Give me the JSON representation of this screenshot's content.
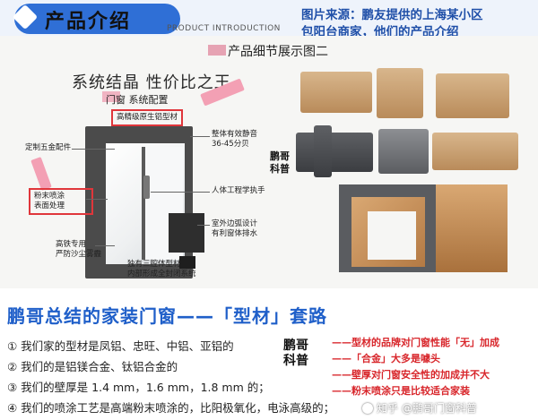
{
  "header": {
    "title": "产品介绍",
    "subtitle": "PRODUCT INTRODUCTION",
    "source_line1": "图片来源：鹏友提供的上海某小区",
    "source_line2": "包阳台商家，他们的产品介绍"
  },
  "poster": {
    "title": "产品细节展示图二",
    "headline": "系统结晶 性价比之王",
    "model_label": "门窗 系统配置",
    "callouts": {
      "frame": "高精级原生铝型材",
      "hardware": "定制五金配件",
      "powder": [
        "粉末喷涂",
        "表面处理"
      ],
      "sound": [
        "整体有效静音",
        "36-45分贝"
      ],
      "handle": "人体工程学执手",
      "drain": [
        "室外边弧设计",
        "有利窗体排水"
      ],
      "screen": [
        "高铁专用",
        "严防沙尘雾霾"
      ],
      "seal": [
        "独有三腔体型材",
        "内部形成全封闭系统"
      ]
    },
    "logo_lines": [
      "鹏哥",
      "科普"
    ]
  },
  "summary": {
    "title": "鹏哥总结的家装门窗——「型材」套路",
    "points": [
      "① 我们家的型材是凤铝、忠旺、中铝、亚铝的",
      "② 我们的是铝镁合金、钛铝合金的",
      "③ 我们的壁厚是 1.4 mm，1.6 mm，1.8 mm 的；",
      "④ 我们的喷涂工艺是高端粉末喷涂的，比阳极氧化，电泳高级的；"
    ],
    "comments": [
      "——型材的品牌对门窗性能「无」加成",
      "——「合金」大多是噱头",
      "——壁厚对门窗安全性的加成并不大",
      "——粉末喷涂只是比较适合家装"
    ],
    "logo_lines": [
      "鹏哥",
      "科普"
    ]
  },
  "watermark": "知乎 @鹏哥门窗科普",
  "colors": {
    "accent": "#2f6fd6",
    "highlight": "#e0363b",
    "title_blue": "#1f5fc9"
  }
}
